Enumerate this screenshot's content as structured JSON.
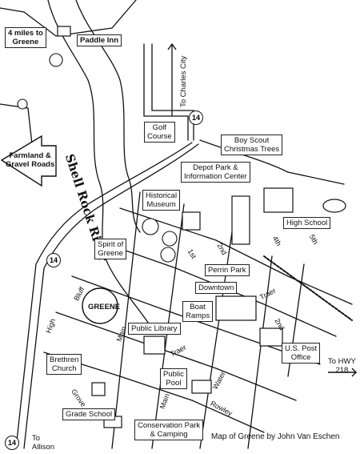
{
  "labels": {
    "four_miles_line1": "4 miles to",
    "four_miles_line2": "Greene",
    "paddle_inn": "Paddle Inn",
    "to_charles_city": "To Charles City",
    "golf_line1": "Golf",
    "golf_line2": "Course",
    "boy_scout_line1": "Boy Scout",
    "boy_scout_line2": "Christmas Trees",
    "farmland_line1": "Farmland &",
    "farmland_line2": "Gravel Roads",
    "depot_line1": "Depot Park &",
    "depot_line2": "Information Center",
    "museum_line1": "Historical",
    "museum_line2": "Museum",
    "high_school": "High School",
    "spirit_line1": "Spirit of",
    "spirit_line2": "Greene",
    "perrin_park": "Perrin Park",
    "downtown": "Downtown",
    "boat_line1": "Boat",
    "boat_line2": "Ramps",
    "public_library": "Public Library",
    "brethren_line1": "Brethren",
    "brethren_line2": "Church",
    "public_pool_line1": "Public",
    "public_pool_line2": "Pool",
    "post_office_line1": "U.S. Post",
    "post_office_line2": "Office",
    "to_hwy": "To HWY",
    "hwy_number": "218",
    "grade_school": "Grade School",
    "conservation_line1": "Conservation Park",
    "conservation_line2": "& Camping",
    "to_allison_line1": "To",
    "to_allison_line2": "Allison",
    "credit": "Map of Greene by John Van Eschen",
    "water_tower": "GREENE"
  },
  "river_name": "Shell Rock River",
  "highway_shields": [
    "14",
    "14",
    "14"
  ],
  "streets": {
    "bluff": "Bluff",
    "high": "High",
    "main_1": "Main",
    "main_2": "Main",
    "traer_1": "Traer",
    "traer_2": "Traer",
    "first": "1st",
    "second_1": "2nd",
    "second_2": "2nd",
    "fourth": "4th",
    "fifth": "5th",
    "water": "Water",
    "rowley": "Rowley",
    "grove": "Grove"
  }
}
